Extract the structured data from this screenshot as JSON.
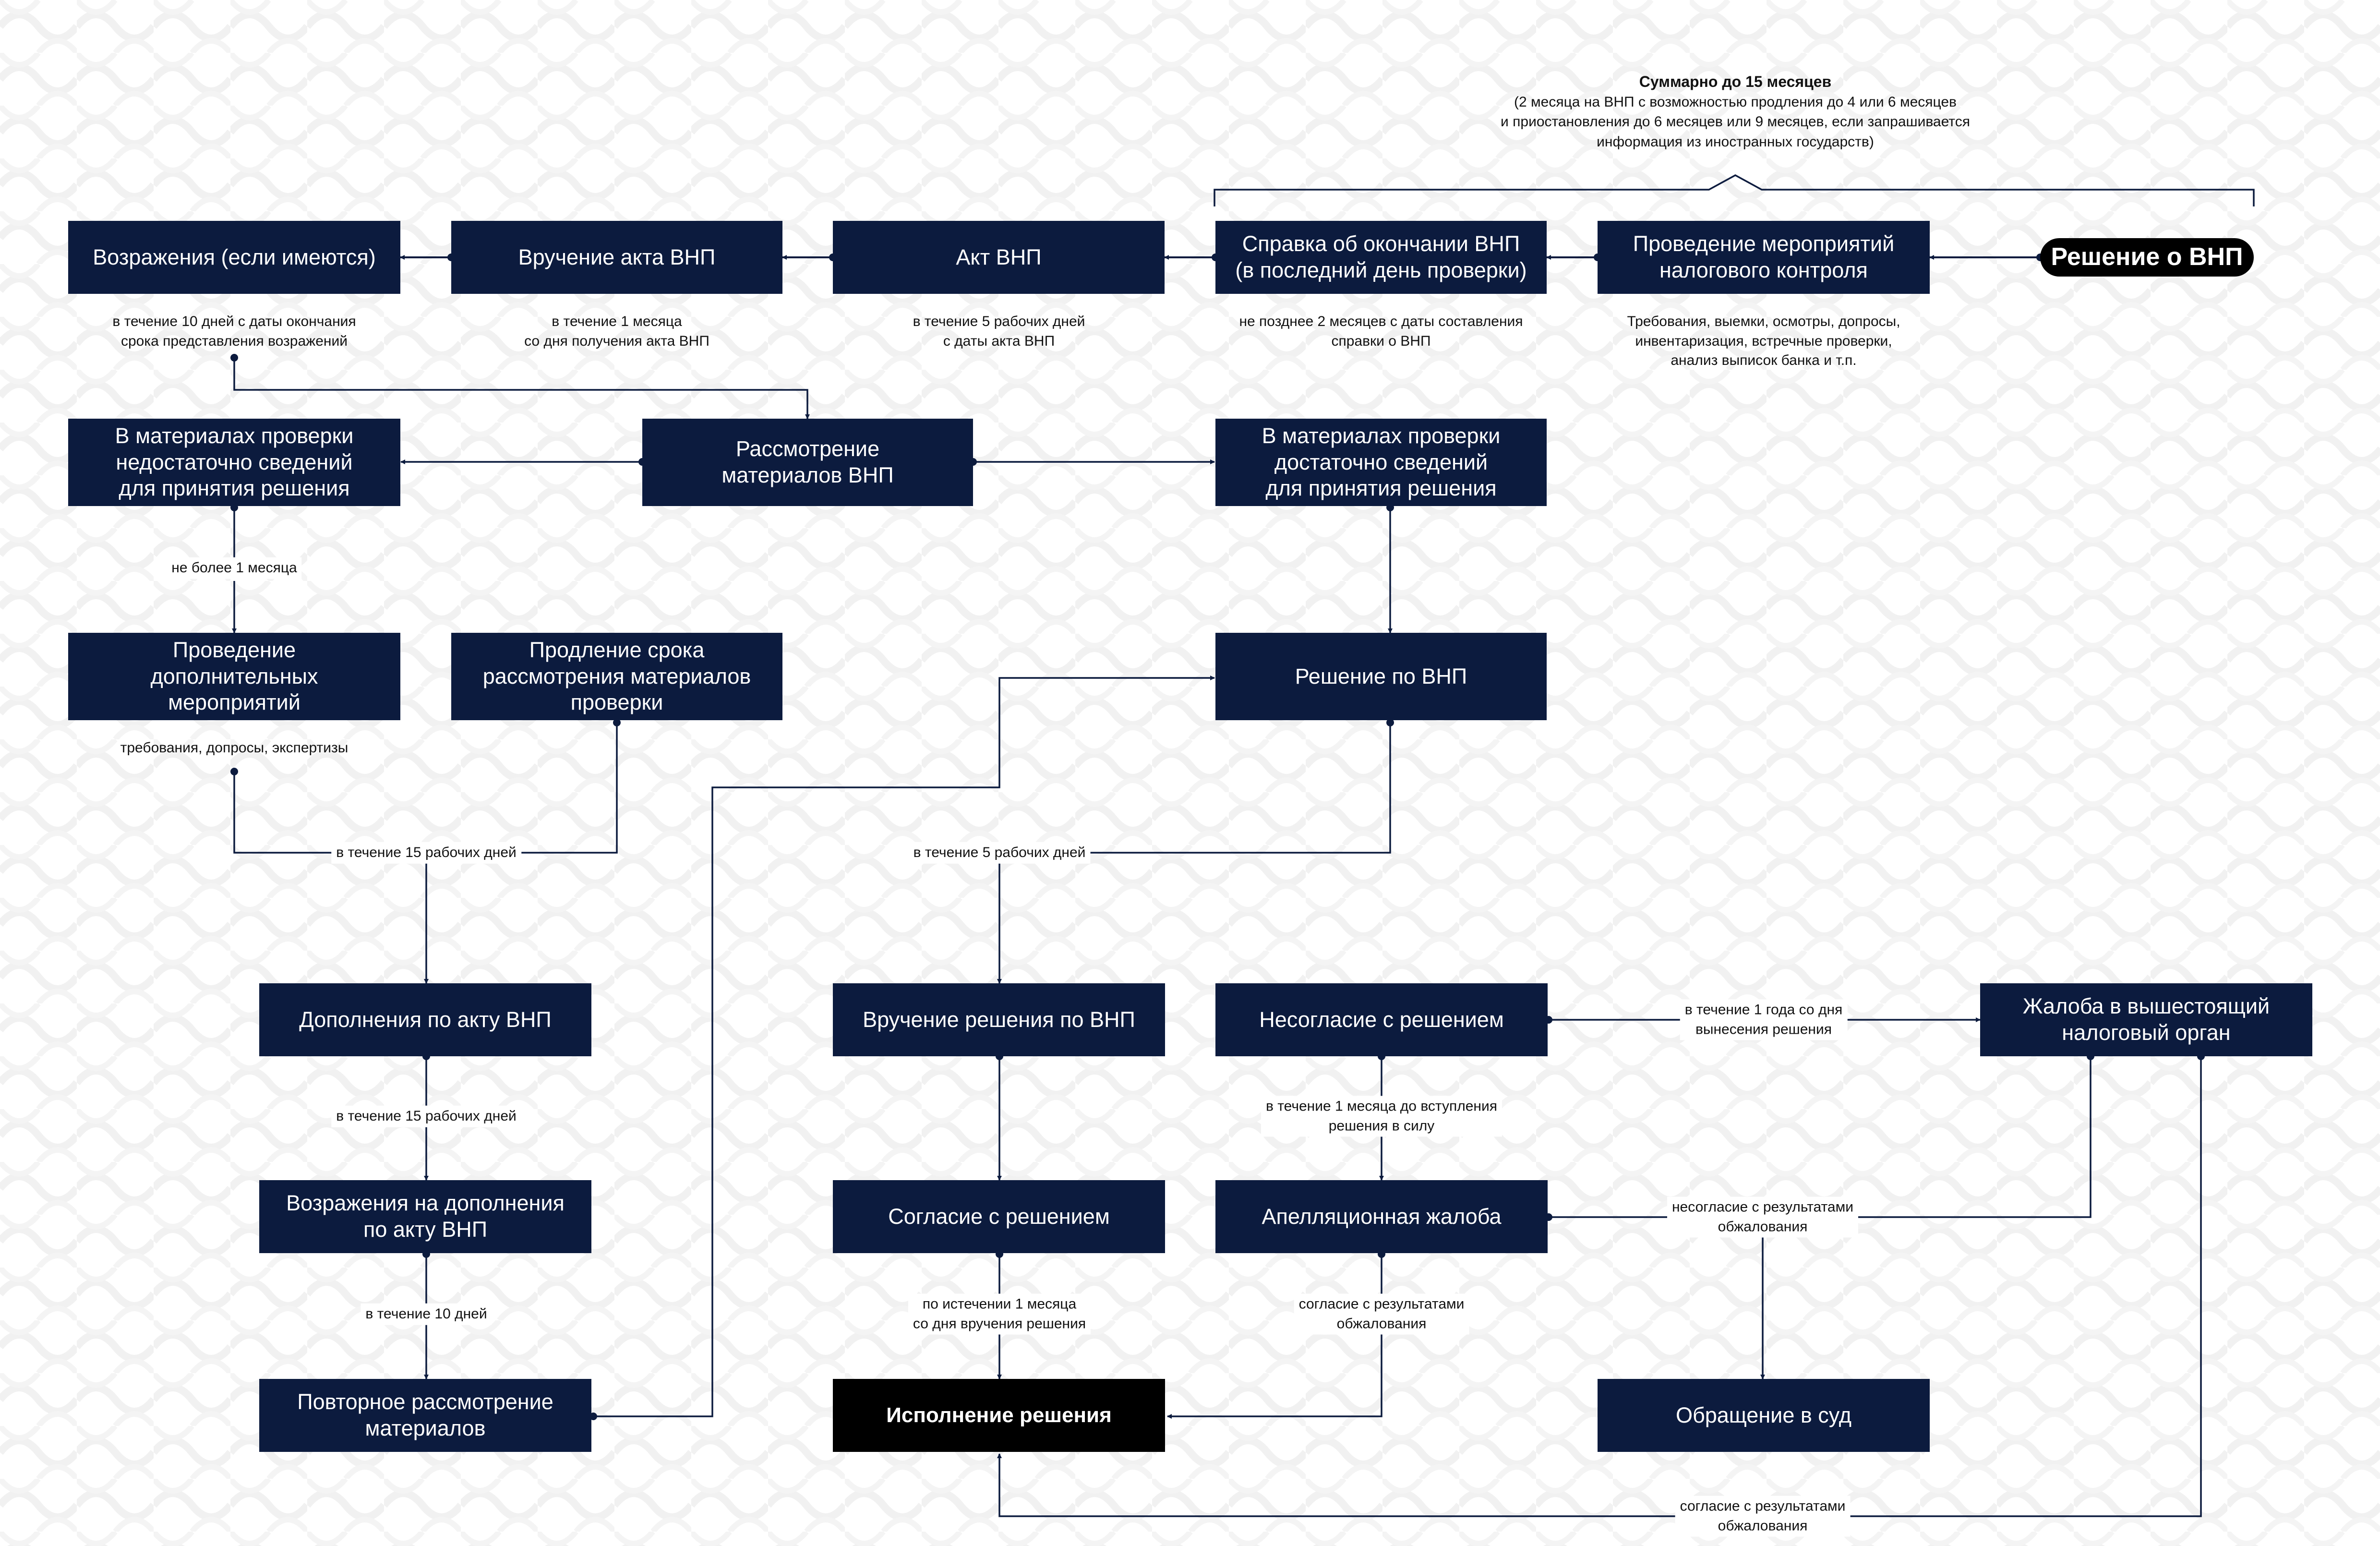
{
  "summary": {
    "title": "Суммарно до 15 месяцев",
    "text": "(2 месяца на ВНП с возможностью продления до 4 или 6 месяцев\nи приостановления до 6 месяцев или 9 месяцев, если запрашивается\nинформация из иностранных государств)"
  },
  "nodes": {
    "resh_vnp": "Решение о ВНП",
    "meropr": "Проведение мероприятий\nналогового контроля",
    "spravka": "Справка об окончании ВНП\n(в последний день проверки)",
    "akt": "Акт ВНП",
    "vruch_akt": "Вручение акта ВНП",
    "vozr": "Возражения (если имеются)",
    "rassm": "Рассмотрение\nматериалов ВНП",
    "nedost": "В материалах проверки\nнедостаточно сведений\nдля принятия решения",
    "dost": "В материалах проверки\nдостаточно сведений\nдля принятия решения",
    "dop_meropr": "Проведение\nдополнительных\nмероприятий",
    "prodl": "Продление срока\nрассмотрения материалов\nпроверки",
    "reshenie": "Решение по ВНП",
    "dopoln": "Дополнения по акту ВНП",
    "vozr_dop": "Возражения на дополнения\nпо акту ВНП",
    "povt": "Повторное рассмотрение\nматериалов",
    "vruch_resh": "Вручение решения по ВНП",
    "soglasie": "Согласие с решением",
    "ispoln": "Исполнение решения",
    "nesoglasie": "Несогласие с решением",
    "apell": "Апелляционная жалоба",
    "zhaloba": "Жалоба в вышестоящий\nналоговый орган",
    "sud": "Обращение в суд"
  },
  "notes": {
    "meropr": "Требования, выемки, осмотры, допросы,\nинвентаризация, встречные проверки,\nанализ выписок банка и т.п.",
    "spravka": "не позднее 2 месяцев с даты составления\nсправки о ВНП",
    "akt": "в течение 5 рабочих дней\nс даты акта ВНП",
    "vruch_akt": "в течение 1 месяца\nсо дня получения акта ВНП",
    "vozr": "в течение 10 дней с даты окончания\nсрока представления возражений",
    "dop_meropr": "требования, допросы, экспертизы"
  },
  "labels": {
    "ne_bolee": "не более 1 месяца",
    "l15_a": "в течение 15 рабочих дней",
    "l5": "в течение 5 рабочих дней",
    "l15_b": "в течение 15 рабочих дней",
    "l10": "в течение 10 дней",
    "l1god": "в течение 1 года со дня\nвынесения решения",
    "l1mes_vst": "в течение 1 месяца до вступления\nрешения в силу",
    "nesogl_res": "несогласие с результатами\nобжалования",
    "po_istech": "по истечении 1 месяца\nсо дня вручения решения",
    "sogl_res_a": "согласие с результатами\nобжалования",
    "sogl_res_b": "согласие с результатами\nобжалования"
  }
}
